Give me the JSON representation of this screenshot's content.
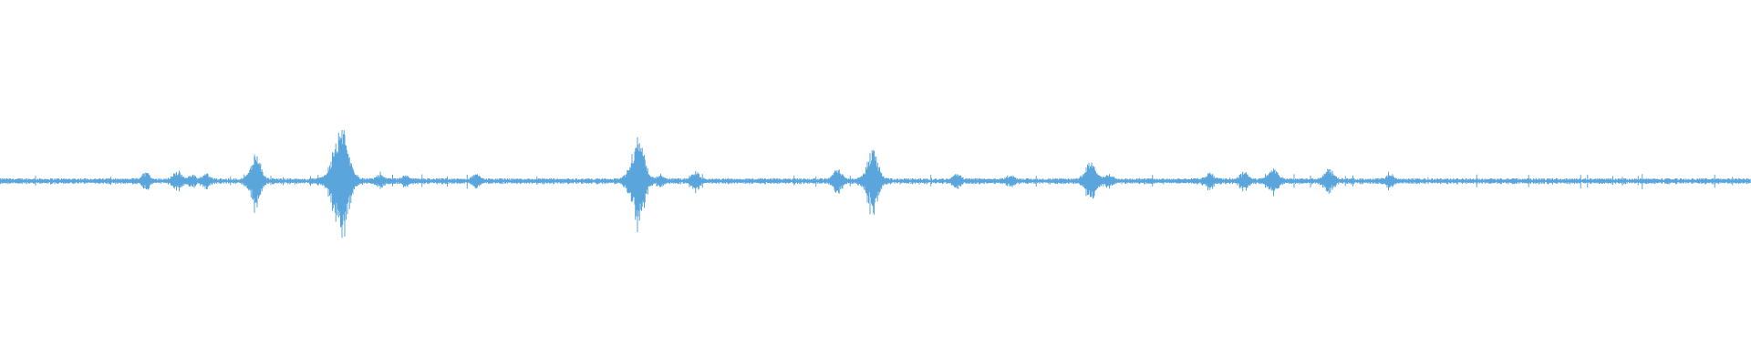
{
  "waveform": {
    "color": "#5aa6dc",
    "background": "#ffffff",
    "peaks": [
      {
        "t": 0.2,
        "amp": 0.18
      },
      {
        "t": 0.243,
        "amp": 0.22
      },
      {
        "t": 0.263,
        "amp": 0.12
      },
      {
        "t": 0.283,
        "amp": 0.15
      },
      {
        "t": 0.349,
        "amp": 0.42
      },
      {
        "t": 0.352,
        "amp": 0.3
      },
      {
        "t": 0.466,
        "amp": 1.0
      },
      {
        "t": 0.469,
        "amp": 0.55
      },
      {
        "t": 0.521,
        "amp": 0.12
      },
      {
        "t": 0.556,
        "amp": 0.1
      },
      {
        "t": 0.652,
        "amp": 0.14
      },
      {
        "t": 0.873,
        "amp": 0.75
      },
      {
        "t": 0.877,
        "amp": 0.45
      },
      {
        "t": 0.905,
        "amp": 0.1
      },
      {
        "t": 0.953,
        "amp": 0.22
      },
      {
        "t": 1.148,
        "amp": 0.28
      },
      {
        "t": 1.195,
        "amp": 0.58
      },
      {
        "t": 1.198,
        "amp": 0.3
      },
      {
        "t": 1.312,
        "amp": 0.16
      },
      {
        "t": 1.385,
        "amp": 0.12
      },
      {
        "t": 1.495,
        "amp": 0.45
      },
      {
        "t": 1.52,
        "amp": 0.15
      },
      {
        "t": 1.658,
        "amp": 0.18
      },
      {
        "t": 1.705,
        "amp": 0.22
      },
      {
        "t": 1.745,
        "amp": 0.3
      },
      {
        "t": 1.822,
        "amp": 0.28
      },
      {
        "t": 1.905,
        "amp": 0.15
      }
    ]
  }
}
